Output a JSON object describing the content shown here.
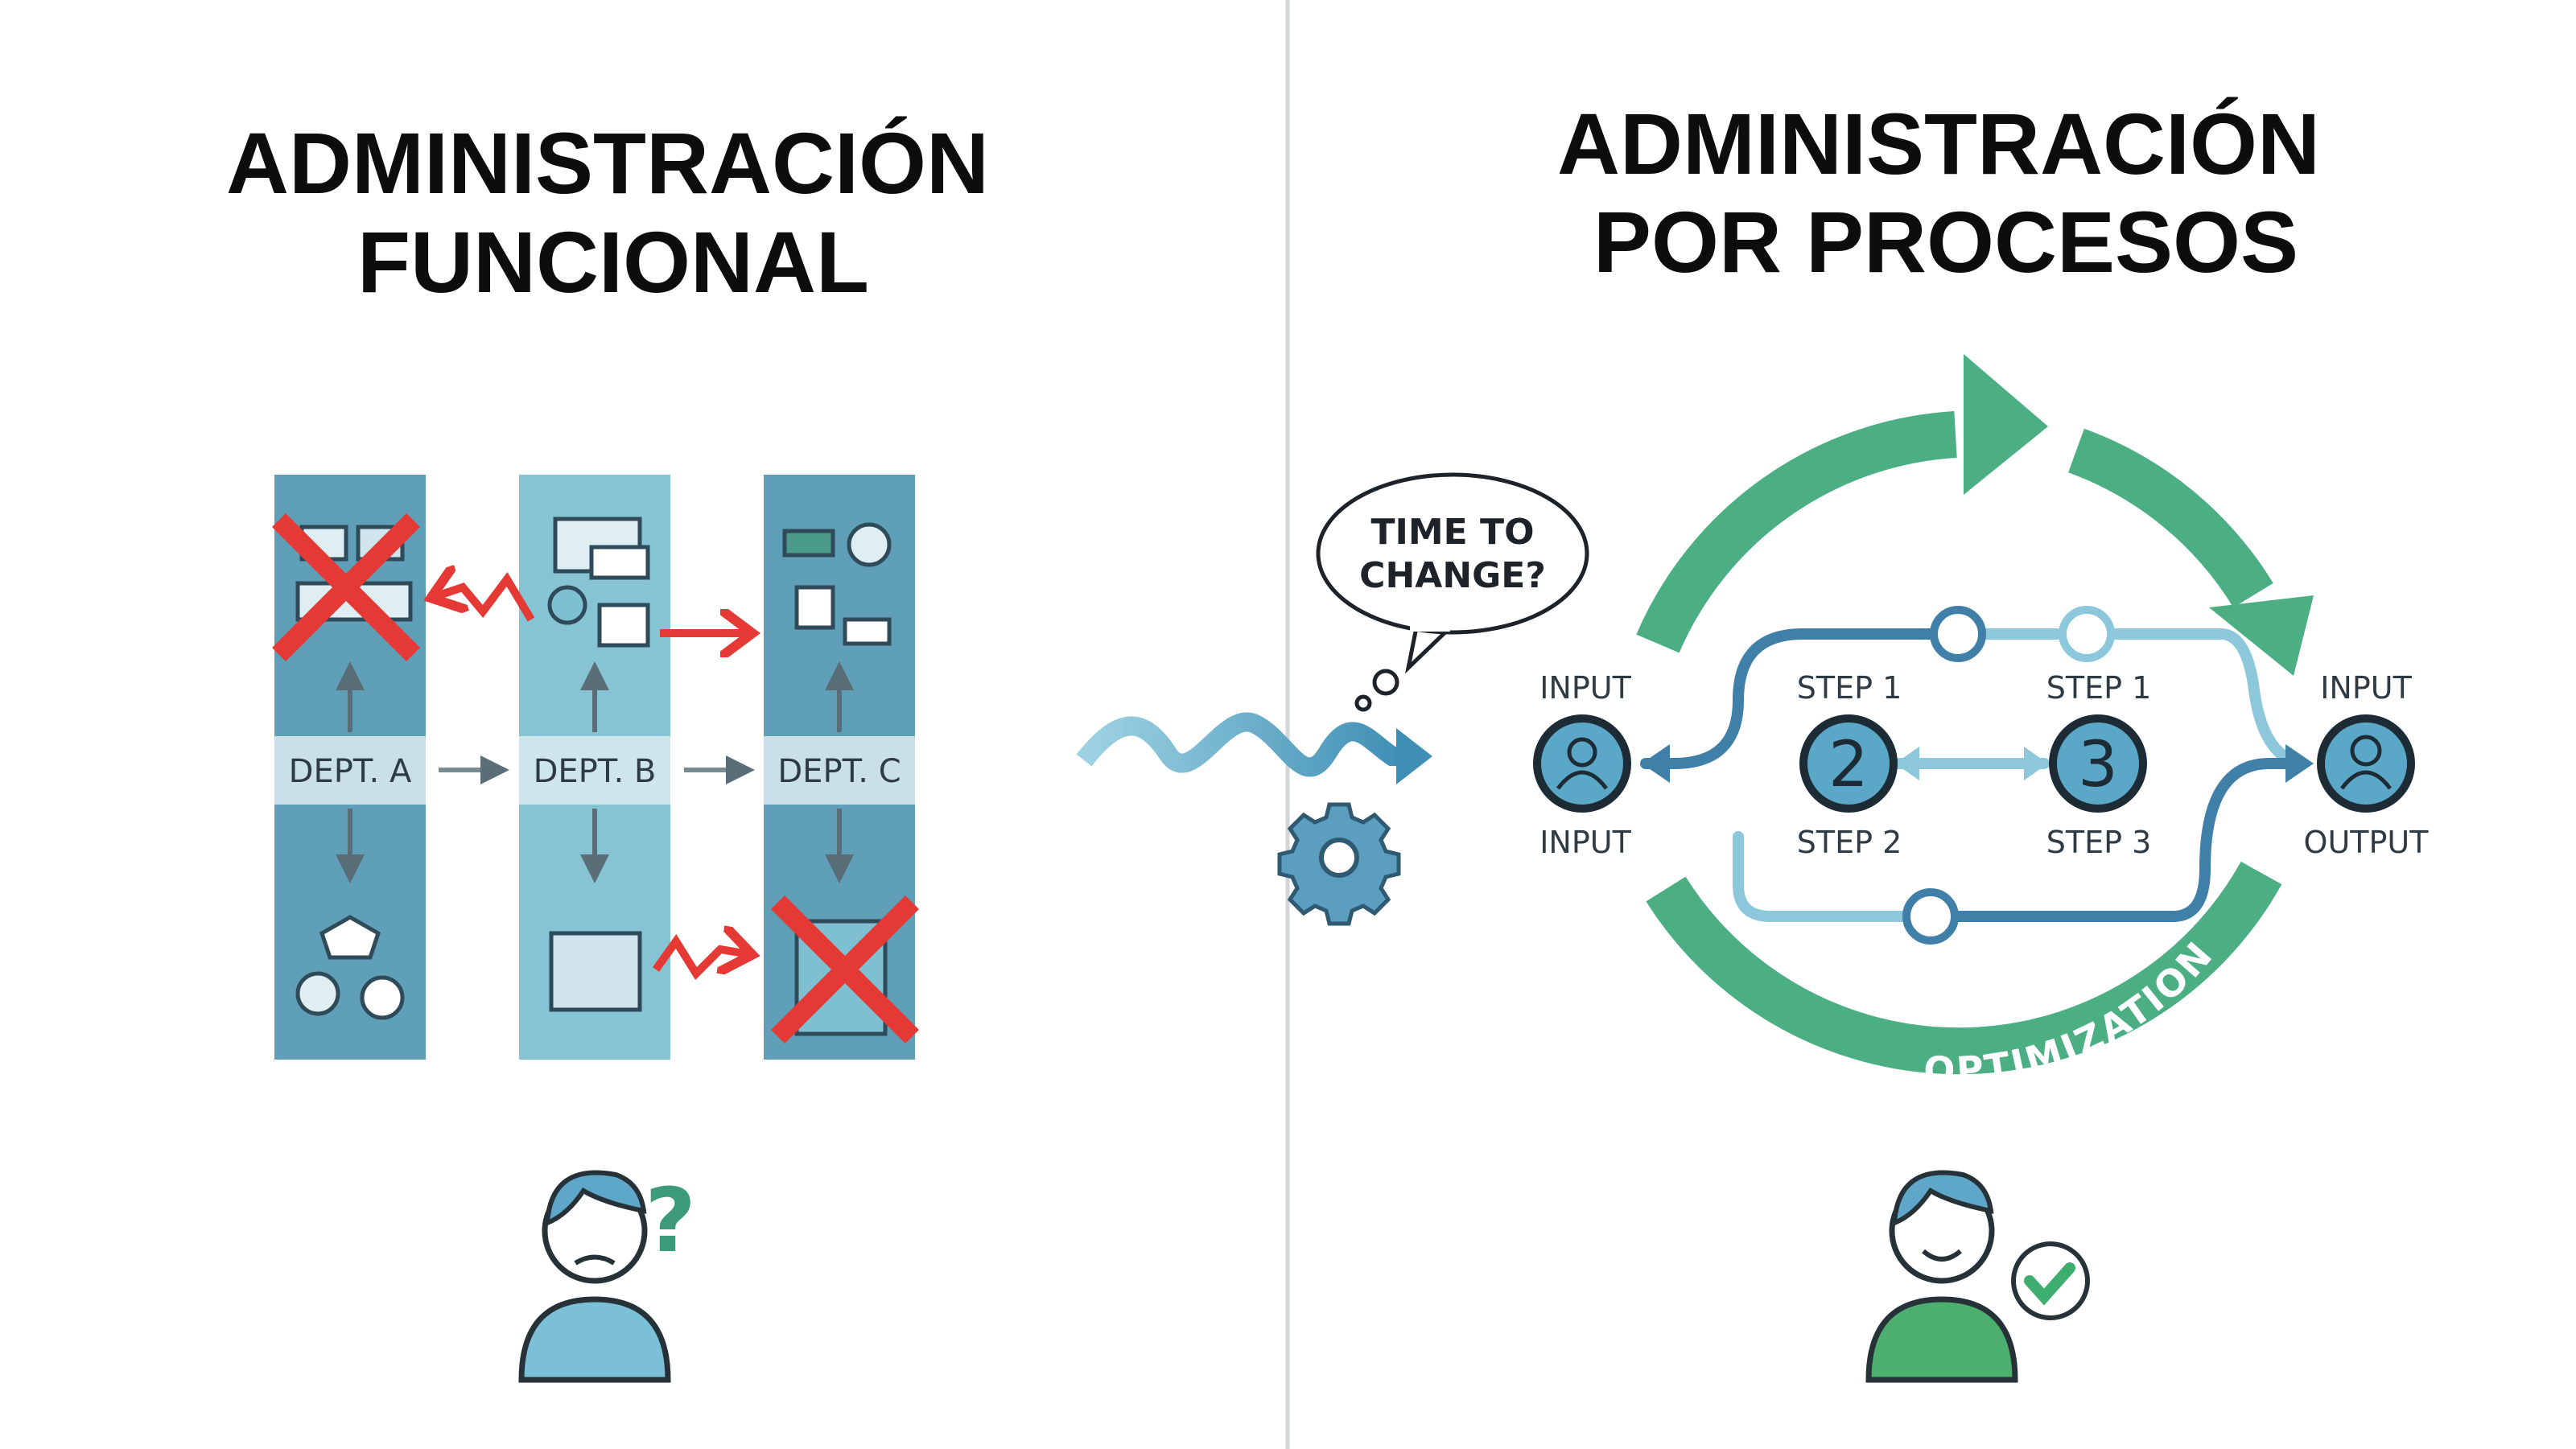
{
  "left": {
    "title_line1": "ADMINISTRACIÓN",
    "title_line2": "FUNCIONAL",
    "departments": [
      "DEPT. A",
      "DEPT. B",
      "DEPT. C"
    ],
    "person_state": "confused",
    "question_mark": "?"
  },
  "right": {
    "title_line1": "ADMINISTRACIÓN",
    "title_line2": "POR PROCESOS",
    "bubble": {
      "line1": "TIME TO",
      "line2": "CHANGE?"
    },
    "nodes": [
      {
        "top": "INPUT",
        "bottom": "INPUT",
        "icon": "worker-icon"
      },
      {
        "top": "STEP 1",
        "bottom": "STEP 2",
        "number": "2"
      },
      {
        "top": "STEP 1",
        "bottom": "STEP 3",
        "number": "3"
      },
      {
        "top": "INPUT",
        "bottom": "OUTPUT",
        "icon": "robot-icon"
      }
    ],
    "cycle_label": "OPTIMIZATION",
    "person_state": "happy"
  },
  "colors": {
    "column_dark": "#5f9fb8",
    "column_light": "#86c4d4",
    "error_red": "#e53935",
    "cycle_green": "#4caf84",
    "flow_blue": "#3f7fa8",
    "flow_light": "#8cc7dc"
  }
}
